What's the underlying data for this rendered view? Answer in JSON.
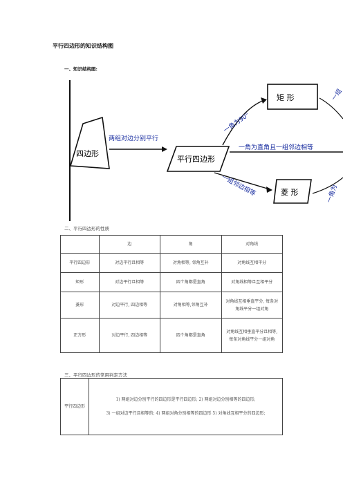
{
  "title": "平行四边形的知识结构图",
  "section1": "一、知识结构图:",
  "diagram": {
    "node_quad": "四边形",
    "node_para": "平行四边形",
    "node_rect": "矩 形",
    "node_rhombus": "菱 形",
    "arrow_quad_para": "两组对边分别平行",
    "arrow_para_rect": "一角为90°",
    "arrow_para_square": "一角为直角且一组邻边相等",
    "arrow_para_rhombus": "一组邻边相等",
    "arrow_rect_edge": "一组",
    "arrow_rhombus_edge": "一角为"
  },
  "section2": "二、平行四边形的性质",
  "properties_table": {
    "headers": [
      "",
      "边",
      "角",
      "对角线"
    ],
    "rows": [
      [
        "平行四边形",
        "对边平行且相等",
        "对角相等, 邻角互补",
        "对角线互相平分"
      ],
      [
        "矩形",
        "对边平行且相等",
        "四个角都是直角",
        "对角线相等且互相平分"
      ],
      [
        "菱形",
        "对边平行, 四边相等",
        "对角相等,邻角互补",
        "对角线互相垂直平分, 每条对角线平分一组对角"
      ],
      [
        "正方形",
        "对边平行, 四边相等",
        "四个角都是直角",
        "对角线互相垂直平分且相等, 每条对角线平分一组对角"
      ]
    ]
  },
  "section3": "三、平行四边形的常用判定方法",
  "criteria_table": {
    "label": "平行四边形",
    "line1": "1) 两组对边分别平行的四边形是平行四边形; 2) 两组对边分别相等的四边形;",
    "line2": "3) 一组对边平行且相等的; 4) 两组对角分别相等的四边形 5) 对角线互相平分的四边形;"
  }
}
